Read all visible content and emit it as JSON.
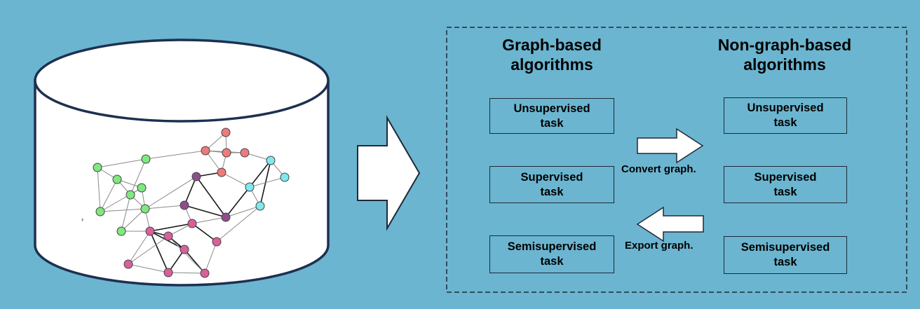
{
  "graph_based": {
    "heading": "Graph-based\nalgorithms",
    "tasks": [
      "Unsupervised\ntask",
      "Supervised\ntask",
      "Semisupervised\ntask"
    ]
  },
  "non_graph_based": {
    "heading": "Non-graph-based\nalgorithms",
    "tasks": [
      "Unsupervised\ntask",
      "Supervised\ntask",
      "Semisupervised\ntask"
    ]
  },
  "arrows": {
    "convert_label": "Convert graph.",
    "export_label": "Export graph."
  },
  "stray_mark": "›",
  "colors": {
    "background": "#6bb5d0",
    "database_fill": "#ffffff",
    "database_outline": "#1e3050",
    "node_green": "#7fe87f",
    "node_salmon": "#f07a7a",
    "node_purple": "#8e4d8c",
    "node_cyan": "#80e8f0",
    "node_pink": "#d9609a"
  }
}
